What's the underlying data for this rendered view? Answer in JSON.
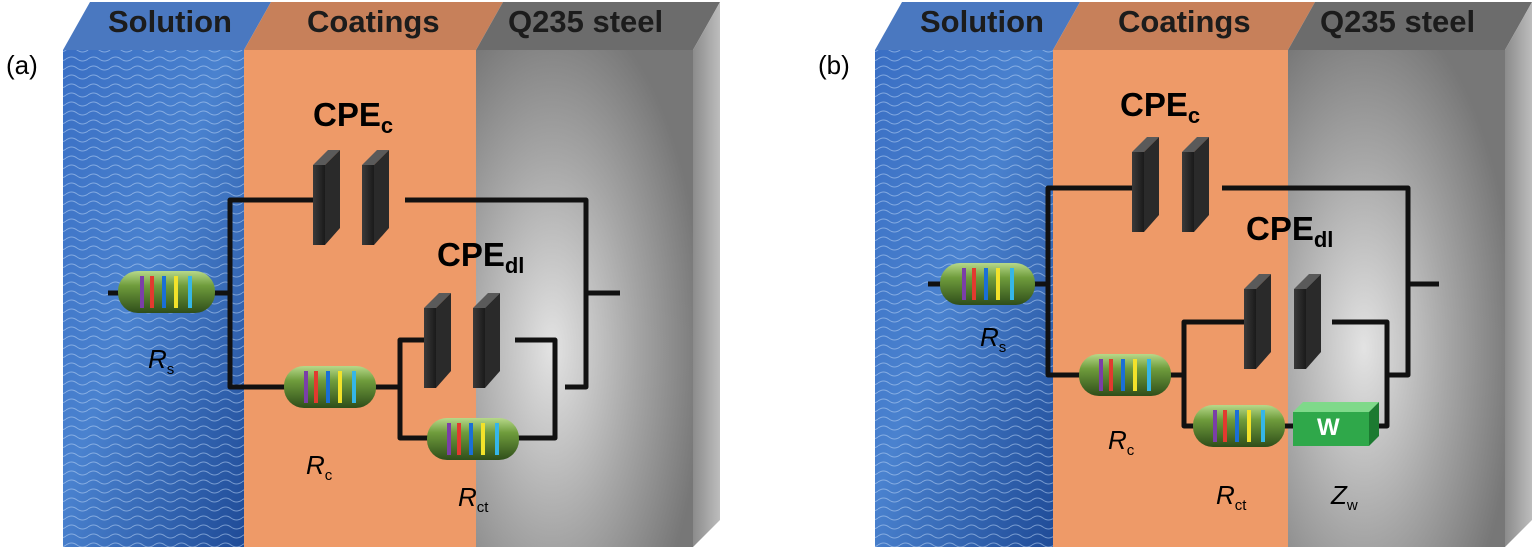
{
  "panels": [
    {
      "letter": "(a)",
      "regions": {
        "solution": "Solution",
        "coatings": "Coatings",
        "steel": "Q235 steel"
      },
      "cpe_c": {
        "main": "CPE",
        "sub": "c"
      },
      "cpe_dl": {
        "main": "CPE",
        "sub": "dl"
      },
      "r_s": {
        "main": "R",
        "sub": "s"
      },
      "r_c": {
        "main": "R",
        "sub": "c"
      },
      "r_ct": {
        "main": "R",
        "sub": "ct"
      }
    },
    {
      "letter": "(b)",
      "regions": {
        "solution": "Solution",
        "coatings": "Coatings",
        "steel": "Q235 steel"
      },
      "cpe_c": {
        "main": "CPE",
        "sub": "c"
      },
      "cpe_dl": {
        "main": "CPE",
        "sub": "dl"
      },
      "r_s": {
        "main": "R",
        "sub": "s"
      },
      "r_c": {
        "main": "R",
        "sub": "c"
      },
      "r_ct": {
        "main": "R",
        "sub": "ct"
      },
      "w_box": "W",
      "z_w": {
        "main": "Z",
        "sub": "w"
      }
    }
  ],
  "colors": {
    "solution": "#2f5fae",
    "coating": "#ee9a68",
    "steel": "#9a9a9a",
    "wire": "#111111",
    "resistor_body": "#5e8a38",
    "warburg": "#2fa84a"
  }
}
